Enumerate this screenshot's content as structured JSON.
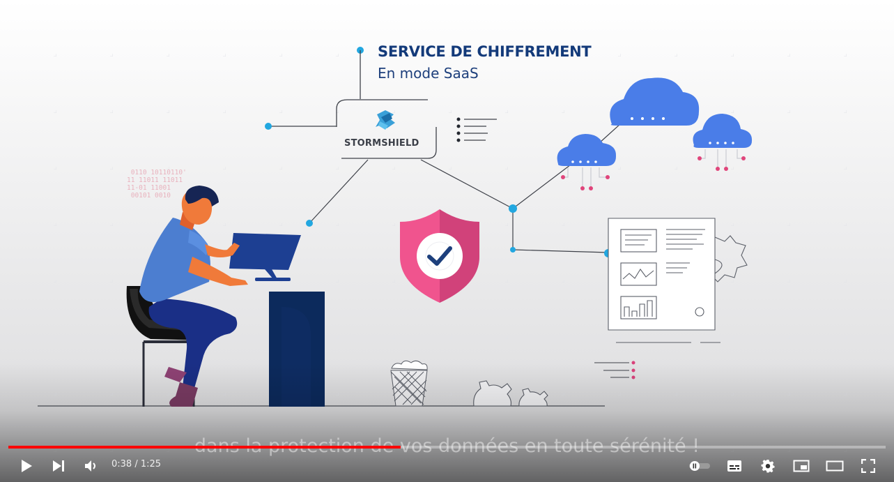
{
  "video": {
    "title_line1": "SERVICE DE CHIFFREMENT",
    "title_line2": "En mode SaaS",
    "brand": "STORMSHIELD",
    "binary_text": " 0110 10110110'\n11 11011 11011\n11-01 11001\n 00101 0010",
    "caption": "dans la protection de vos données en toute sérénité !"
  },
  "player": {
    "current_time": "0:38",
    "separator": " / ",
    "duration": "1:25",
    "progress_fraction": 0.447,
    "accent_color": "#ff0000",
    "controls": {
      "play": "play-icon",
      "next": "next-icon",
      "volume": "volume-icon",
      "autoplay": "autoplay-toggle-icon",
      "subtitles": "subtitles-icon",
      "settings": "gear-icon",
      "miniplayer": "miniplayer-icon",
      "theater": "theater-icon",
      "fullscreen": "fullscreen-icon"
    }
  }
}
